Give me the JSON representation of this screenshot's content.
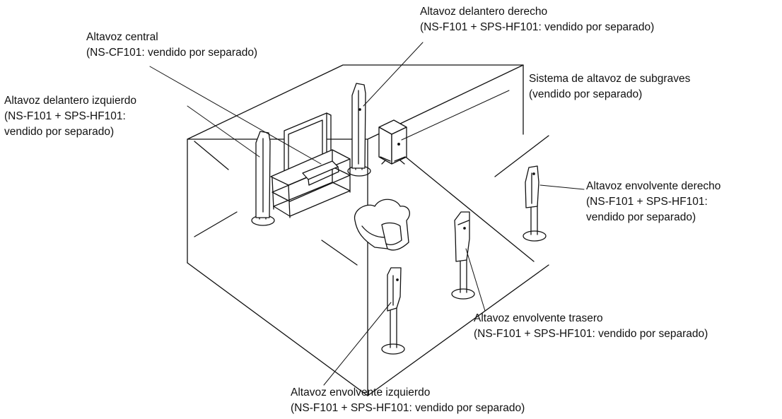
{
  "labels": {
    "front_right": {
      "line1": "Altavoz delantero derecho",
      "line2": "(NS-F101 + SPS-HF101: vendido por separado)"
    },
    "center": {
      "line1": "Altavoz central",
      "line2": "(NS-CF101: vendido por separado)"
    },
    "front_left": {
      "line1": "Altavoz delantero izquierdo",
      "line2": "(NS-F101 + SPS-HF101:",
      "line3": "vendido por separado)"
    },
    "subwoofer": {
      "line1": "Sistema de altavoz de subgraves",
      "line2": "(vendido por separado)"
    },
    "surround_right": {
      "line1": "Altavoz envolvente derecho",
      "line2": "(NS-F101 + SPS-HF101:",
      "line3": "vendido por separado)"
    },
    "surround_back": {
      "line1": "Altavoz envolvente trasero",
      "line2": "(NS-F101 + SPS-HF101: vendido por separado)"
    },
    "surround_left": {
      "line1": "Altavoz envolvente izquierdo",
      "line2": "(NS-F101 + SPS-HF101: vendido por separado)"
    }
  },
  "colors": {
    "ink": "#111111",
    "paper": "#ffffff",
    "shade": "#9a9a9a"
  }
}
